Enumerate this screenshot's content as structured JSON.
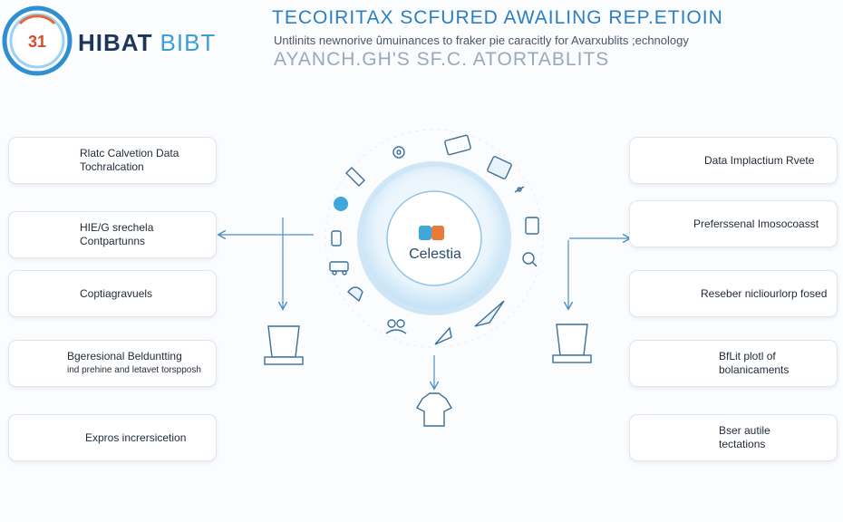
{
  "brand": {
    "badge": "31",
    "name_main": "HIBAT",
    "name_sub": "BIBT"
  },
  "header": {
    "title": "TECOIRITAX SCFURED AWAILING REP.ETIOIN",
    "subtitle": "Untlinits newnorive ûmuinances to fraker pie caracitly for Avarxublits ;echnology",
    "tagline": "AYANCH.GH'S SF.C. ATORTABLITS"
  },
  "center": {
    "label": "Celestia"
  },
  "left_cards": [
    {
      "lines": [
        "Rlatc Calvetion Data",
        "Tochralcation"
      ],
      "icon": "envelope-icon"
    },
    {
      "lines": [
        "HIE/G srechela",
        "Contpartunns"
      ],
      "icon": "network-icon"
    },
    {
      "lines": [
        "Coptiagravuels"
      ],
      "icon": "monitor-icon"
    },
    {
      "lines": [
        "Bgeresional Belduntting",
        "ind prehine and letavet torspposh"
      ],
      "icon": "spreadsheet-icon"
    },
    {
      "lines": [
        "Expros incrersicetion"
      ],
      "icon": "display-icon"
    }
  ],
  "right_cards": [
    {
      "lines": [
        "Data Implactium Rvete"
      ],
      "icon": "globe-icon"
    },
    {
      "lines": [
        "Preferssenal Imosocoasst"
      ],
      "icon": "document-icon"
    },
    {
      "lines": [
        "Reseber nicliourlorp fosed"
      ],
      "icon": "server-icon"
    },
    {
      "lines": [
        "BfLit plotl of",
        "bolanicaments"
      ],
      "icon": "files-icon"
    },
    {
      "lines": [
        "Bser autile",
        "tectations"
      ],
      "icon": "chart-icon"
    }
  ],
  "colors": {
    "accent": "#3a9fd6",
    "arrow": "#4a8fc4",
    "ring": "#cfe6f6",
    "text": "#1f2a36"
  }
}
